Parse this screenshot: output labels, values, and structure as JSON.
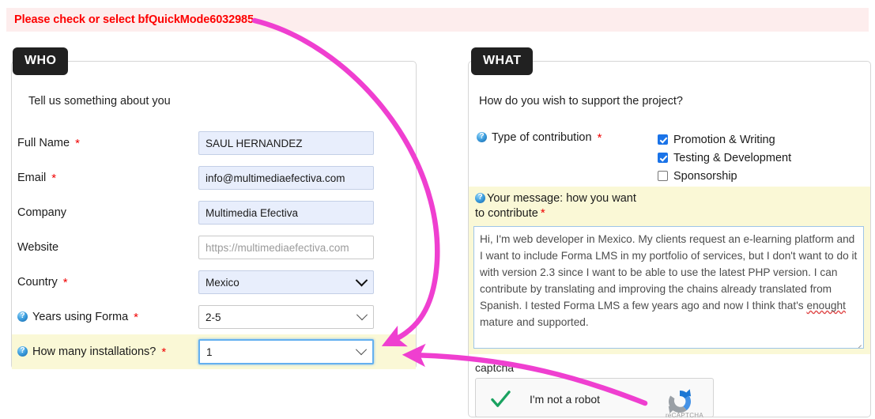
{
  "error": {
    "message": "Please check or select bfQuickMode6032985.",
    "color": "#fd0000",
    "background": "#fdeded"
  },
  "who_panel": {
    "badge": "WHO",
    "intro": "Tell us something about you",
    "fields": [
      {
        "label": "Full Name",
        "required": true,
        "help": false,
        "type": "text",
        "value": "SAUL HERNANDEZ",
        "state": "autofill"
      },
      {
        "label": "Email",
        "required": true,
        "help": false,
        "type": "text",
        "value": "info@multimediaefectiva.com",
        "state": "autofill"
      },
      {
        "label": "Company",
        "required": false,
        "help": false,
        "type": "text",
        "value": "Multimedia Efectiva",
        "state": "autofill"
      },
      {
        "label": "Website",
        "required": false,
        "help": false,
        "type": "text",
        "placeholder": "https://multimediaefectiva.com",
        "value": "",
        "state": "empty"
      },
      {
        "label": "Country",
        "required": true,
        "help": false,
        "type": "select",
        "value": "Mexico",
        "state": "autofill"
      },
      {
        "label": "Years using Forma",
        "required": true,
        "help": true,
        "type": "select",
        "value": "2-5",
        "state": "normal"
      },
      {
        "label": "How many installations?",
        "required": true,
        "help": true,
        "type": "select",
        "value": "1",
        "state": "focused",
        "row_highlight": true
      }
    ]
  },
  "what_panel": {
    "badge": "WHAT",
    "intro": "How do you wish to support the project?",
    "contribution": {
      "label": "Type of contribution",
      "required": true,
      "help": true,
      "options": [
        {
          "label": "Promotion & Writing",
          "checked": true
        },
        {
          "label": "Testing & Development",
          "checked": true
        },
        {
          "label": "Sponsorship",
          "checked": false
        }
      ]
    },
    "message": {
      "label_line1": "Your message: how you want",
      "label_line2": "to contribute",
      "required": true,
      "help": true,
      "text_before": "Hi, I'm web developer in Mexico. My clients request an e-learning platform and I want to include Forma LMS in my portfolio of services, but I don't want to do it with version 2.3 since I want to be able to use the latest PHP version. I can contribute by translating and improving the chains already translated from Spanish. I tested Forma LMS a few years ago and now I think that's ",
      "misspelled_word": "enought",
      "text_after": " mature and supported."
    },
    "captcha": {
      "label": "captcha",
      "checkbox_text": "I'm not a robot",
      "verified": true,
      "brand": "reCAPTCHA"
    }
  },
  "annotations": {
    "arrow_color": "#ef3fd0",
    "arrows": [
      {
        "name": "banner-to-installations",
        "from": "error-banner",
        "to": "installations-select"
      },
      {
        "name": "captcha-to-installations",
        "from": "recaptcha-logo",
        "to": "installations-select"
      }
    ]
  },
  "colors": {
    "panel_border": "#d6d6d6",
    "badge_bg": "#212121",
    "highlight_yellow": "#faf8d6",
    "autofill_blue": "#e8eefc",
    "checkbox_blue": "#1a73e8",
    "focus_blue": "#64b0f0"
  }
}
